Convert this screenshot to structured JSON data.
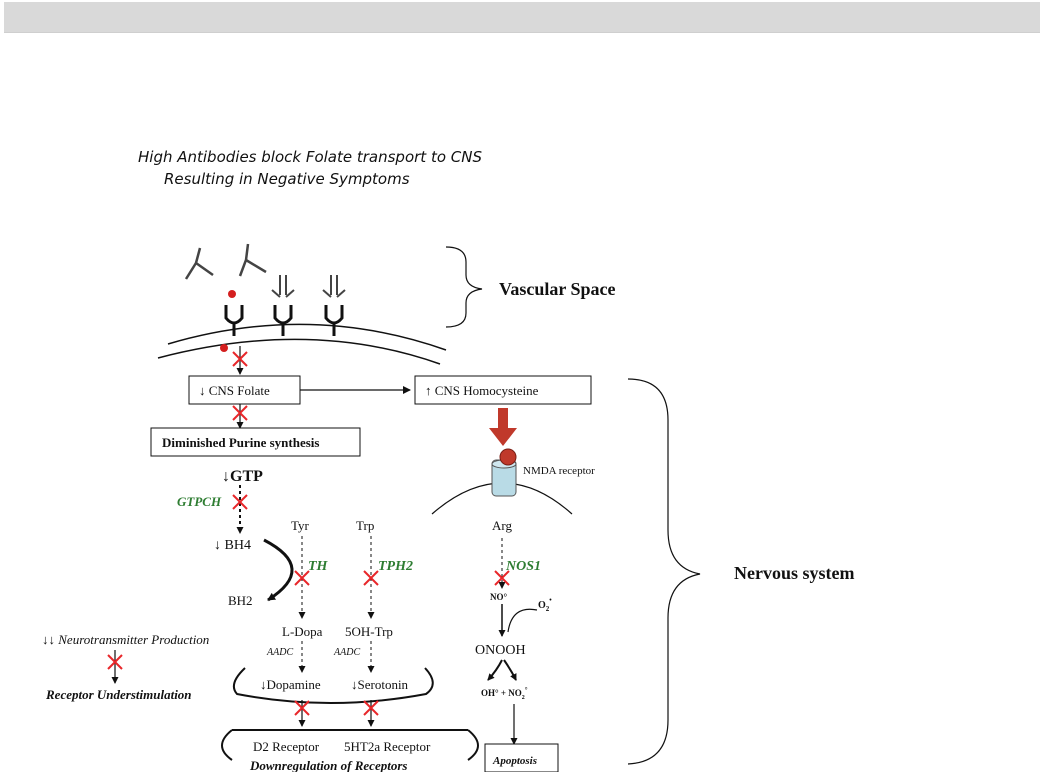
{
  "header": {
    "title_line1": "High Antibodies block Folate transport to CNS",
    "title_line2": "Resulting in Negative Symptoms"
  },
  "diagram": {
    "vascular_space": "Vascular Space",
    "nervous_system": "Nervous system",
    "cns_folate": "↓ CNS Folate",
    "cns_homocysteine": "↑ CNS Homocysteine",
    "purine": "Diminished Purine synthesis",
    "gtp": "↓GTP",
    "gtpch": "GTPCH",
    "bh4": "↓ BH4",
    "bh2": "BH2",
    "tyr": "Tyr",
    "trp": "Trp",
    "th": "TH",
    "tph2": "TPH2",
    "ldopa": "L-Dopa",
    "ohtrp": "5OH-Trp",
    "aadc1": "AADC",
    "aadc2": "AADC",
    "dopamine": "↓Dopamine",
    "serotonin": "↓Serotonin",
    "d2": "D2 Receptor",
    "ht2a": "5HT2a Receptor",
    "downreg": "Downregulation of Receptors",
    "neurotransmitter": "↓↓ Neurotransmitter Production",
    "understim": "Receptor Understimulation",
    "nmda": "NMDA receptor",
    "arg": "Arg",
    "nos1": "NOS1",
    "no": "NO°",
    "o2": "O",
    "o2_sub": "2",
    "o2_sup": "•",
    "onooh": "ONOOH",
    "oh_no2": "OH° + NO",
    "no2_sub": "2",
    "no2_sup": "°",
    "apoptosis": "Apoptosis"
  },
  "colors": {
    "block_x": "#e8272a",
    "enzyme_green": "#2e7d32",
    "thick_arrow": "#c0392b",
    "dot_red": "#d41f1f",
    "nmda_ball": "#c0392b",
    "receptor_cyl": "#b9dbe6"
  }
}
